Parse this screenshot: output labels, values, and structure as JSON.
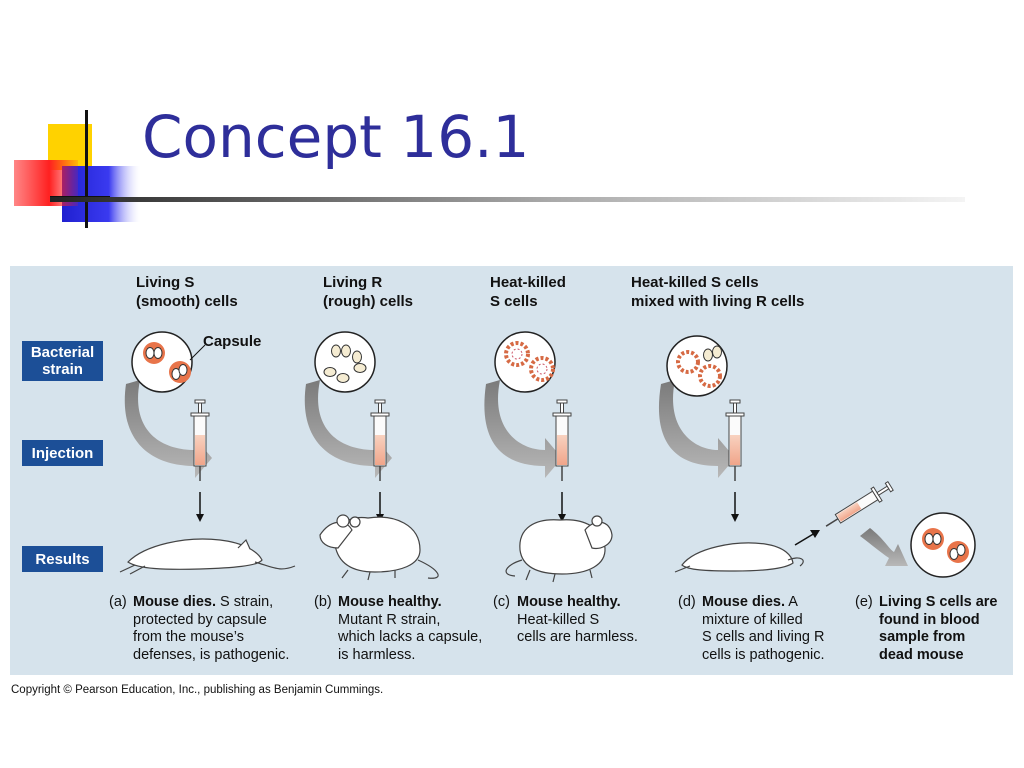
{
  "slide": {
    "title": "Concept 16.1",
    "copyright": "Copyright © Pearson Education, Inc., publishing as Benjamin Cummings."
  },
  "rows": {
    "strain": "Bacterial strain",
    "injection": "Injection",
    "results": "Results"
  },
  "columns": [
    {
      "heading": "Living S\n(smooth) cells",
      "letter": "(a)",
      "result_bold": "Mouse dies.",
      "result_text": " S strain,\nprotected by capsule\nfrom the mouse’s\ndefenses, is pathogenic."
    },
    {
      "heading": "Living R\n(rough) cells",
      "letter": "(b)",
      "result_bold": "Mouse healthy.",
      "result_text": "\nMutant R strain,\nwhich lacks a capsule,\nis harmless."
    },
    {
      "heading": "Heat-killed\nS cells",
      "letter": "(c)",
      "result_bold": "Mouse healthy.",
      "result_text": "\nHeat-killed S\ncells are harmless."
    },
    {
      "heading": "Heat-killed S cells\nmixed with living R cells",
      "letter": "(d)",
      "result_bold": "Mouse dies.",
      "result_text": " A\nmixture of killed\nS cells and living R\ncells is pathogenic."
    }
  ],
  "final": {
    "letter": "(e)",
    "text": "Living S cells are\nfound in blood\nsample from\ndead mouse"
  },
  "capsule_label": "Capsule",
  "colors": {
    "panel": "#d6e3ec",
    "label_bg": "#1c4f97",
    "title": "#2e2e9a",
    "capsule": "#e8744a"
  }
}
